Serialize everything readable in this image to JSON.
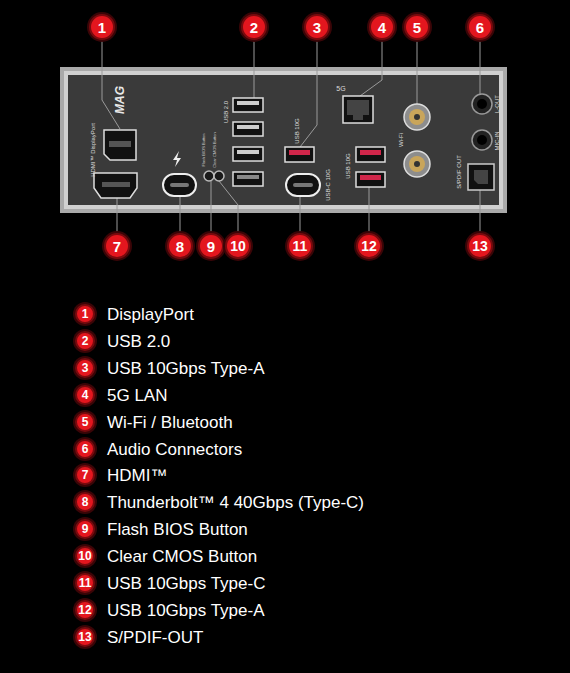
{
  "diagram": {
    "nodes": [
      {
        "text": [
          "1"
        ]
      },
      {
        "text": [
          "2"
        ]
      },
      {
        "text": [
          "3"
        ]
      },
      {
        "text": [
          "4"
        ]
      },
      {
        "text": [
          "5"
        ]
      },
      {
        "text": [
          "6"
        ]
      },
      {
        "text": [
          "7"
        ]
      },
      {
        "text": [
          "8"
        ]
      },
      {
        "text": [
          "9"
        ]
      },
      {
        "text": [
          "10"
        ]
      },
      {
        "text": [
          "11"
        ]
      },
      {
        "text": [
          "12"
        ]
      },
      {
        "text": [
          "13"
        ]
      },
      {
        "text": [
          "1"
        ]
      },
      {
        "text": [
          "2"
        ]
      },
      {
        "text": [
          "3"
        ]
      },
      {
        "text": [
          "4"
        ]
      },
      {
        "text": [
          "5"
        ]
      },
      {
        "text": [
          "6"
        ]
      },
      {
        "text": [
          "7"
        ]
      },
      {
        "text": [
          "8"
        ]
      },
      {
        "text": [
          "9"
        ]
      },
      {
        "text": [
          "10"
        ]
      },
      {
        "text": [
          "11"
        ]
      },
      {
        "text": [
          "12"
        ]
      },
      {
        "text": [
          "13"
        ]
      }
    ],
    "labels": [
      "MAG",
      "HDMI™ DisplayPort",
      "USB 2.0",
      "USB 10G",
      "5G",
      "USB-C 10G",
      "USB 10G",
      "Wi-Fi",
      "L-OUT",
      "MIC-IN",
      "S/PDIF OUT",
      "Flash BIOS Button",
      "Clear CMOS Button",
      "DisplayPort",
      "USB 2.0",
      "USB 10Gbps Type-A",
      "5G LAN",
      "Wi-Fi / Bluetooth",
      "Audio Connectors",
      "HDMI™",
      "Thunderbolt™ 4 40Gbps (Type-C)",
      "Flash BIOS Button",
      "Clear CMOS Button",
      "USB 10Gbps Type-C",
      "USB 10Gbps Type-A",
      "S/PDIF-OUT"
    ]
  }
}
